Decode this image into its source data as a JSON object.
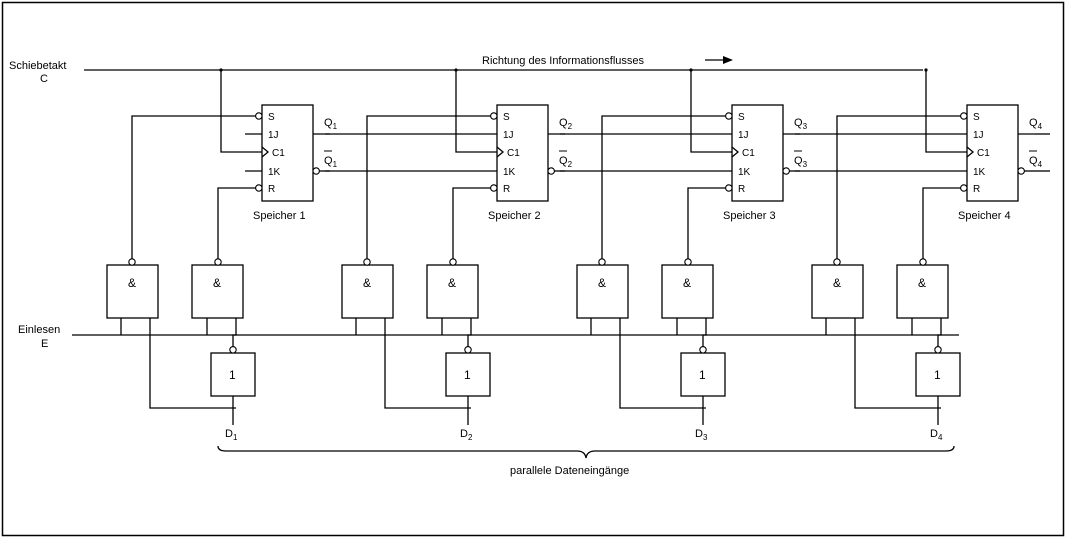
{
  "clock": {
    "name": "Schiebetakt",
    "symbol": "C"
  },
  "load": {
    "name": "Einlesen",
    "symbol": "E"
  },
  "direction_label": "Richtung des Informationsflusses",
  "bus_label": "parallele Dateneingänge",
  "pins": {
    "s": "S",
    "j": "1J",
    "c": "C1",
    "k": "1K",
    "r": "R"
  },
  "and_symbol": "&",
  "not_symbol": "1",
  "output_letter": "Q",
  "input_letter": "D",
  "stages": [
    {
      "name": "Speicher 1",
      "index": "1"
    },
    {
      "name": "Speicher 2",
      "index": "2"
    },
    {
      "name": "Speicher 3",
      "index": "3"
    },
    {
      "name": "Speicher 4",
      "index": "4"
    }
  ]
}
